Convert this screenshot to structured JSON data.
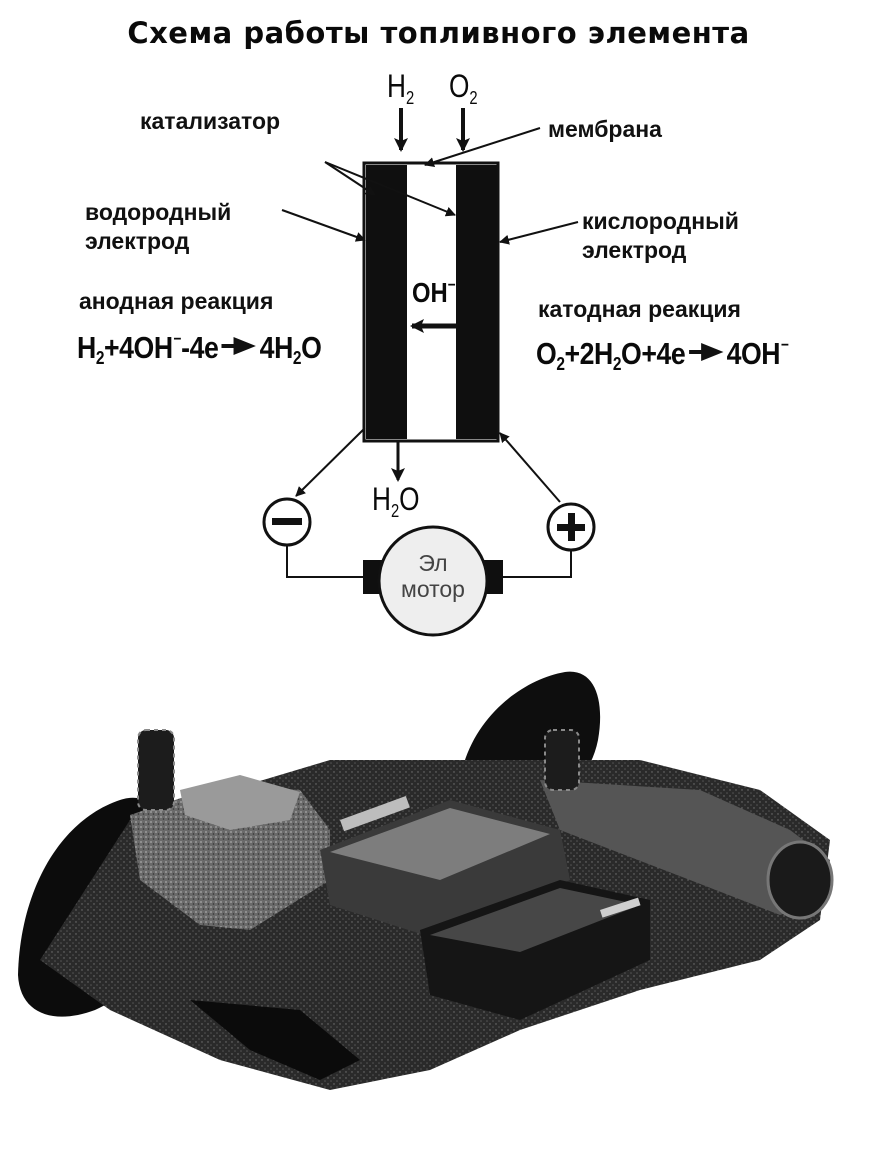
{
  "title": "Схема работы топливного элемента",
  "labels": {
    "catalyst": "катализатор",
    "membrane": "мембрана",
    "hydrogen_electrode_line1": "водородный",
    "hydrogen_electrode_line2": "электрод",
    "oxygen_electrode_line1": "кислородный",
    "oxygen_electrode_line2": "электрод",
    "anode_reaction": "анодная реакция",
    "cathode_reaction": "катодная реакция"
  },
  "inputs": {
    "h2_base": "H",
    "h2_sub": "2",
    "o2_base": "O",
    "o2_sub": "2"
  },
  "ion": {
    "base": "OH",
    "sup": "−"
  },
  "output": {
    "base": "H",
    "sub": "2",
    "tail": "O"
  },
  "anode_equation": {
    "p1": "H",
    "s1": "2",
    "p2": "+4OH",
    "sup1": "−",
    "p3": "-4e",
    "p4": "4H",
    "s2": "2",
    "p5": "O"
  },
  "cathode_equation": {
    "p1": "O",
    "s1": "2",
    "p2": "+2H",
    "s2": "2",
    "p3": "O+4e",
    "p4": "4OH",
    "sup1": "−"
  },
  "terminals": {
    "negative": "−",
    "positive": "+"
  },
  "motor": {
    "line1": "Эл",
    "line2": "мотор"
  },
  "colors": {
    "ink": "#111111",
    "paper": "#ffffff",
    "photo_dark": "#1a1a1a"
  }
}
